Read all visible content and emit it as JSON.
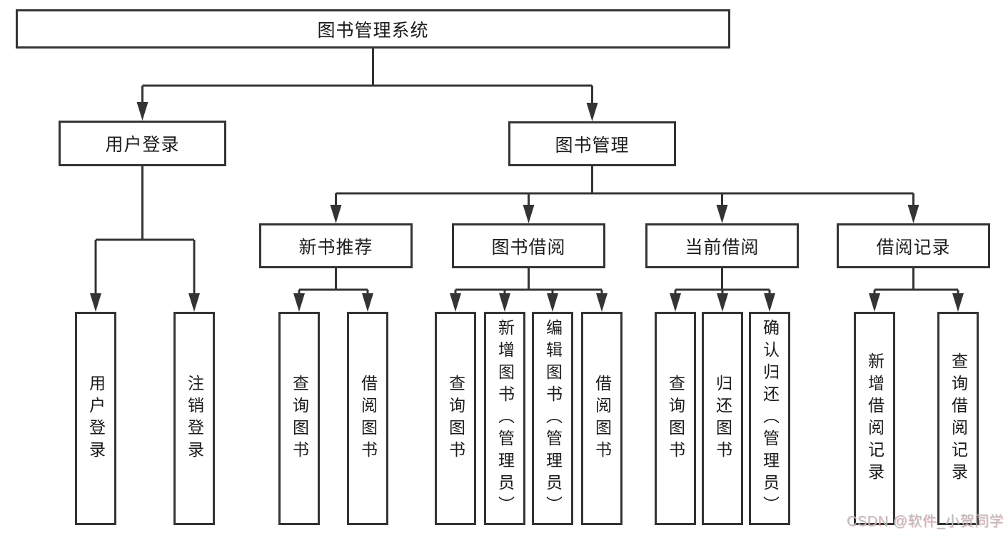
{
  "diagram": {
    "title": "图书管理系统",
    "children": [
      {
        "label": "用户登录",
        "children": [
          {
            "label": "用户登录"
          },
          {
            "label": "注销登录"
          }
        ]
      },
      {
        "label": "图书管理",
        "children": [
          {
            "label": "新书推荐",
            "children": [
              {
                "label": "查询图书"
              },
              {
                "label": "借阅图书"
              }
            ]
          },
          {
            "label": "图书借阅",
            "children": [
              {
                "label": "查询图书"
              },
              {
                "label": "新增图书（管理员）"
              },
              {
                "label": "编辑图书（管理员）"
              },
              {
                "label": "借阅图书"
              }
            ]
          },
          {
            "label": "当前借阅",
            "children": [
              {
                "label": "查询图书"
              },
              {
                "label": "归还图书"
              },
              {
                "label": "确认归还（管理员）"
              }
            ]
          },
          {
            "label": "借阅记录",
            "children": [
              {
                "label": "新增借阅记录"
              },
              {
                "label": "查询借阅记录"
              }
            ]
          }
        ]
      }
    ]
  },
  "watermark": {
    "text": "CSDN @软件_小贺同学"
  },
  "colors": {
    "line": "#343434",
    "text": "#1c1c1c",
    "background": "#ffffff",
    "watermark": "#bcbcbc"
  }
}
